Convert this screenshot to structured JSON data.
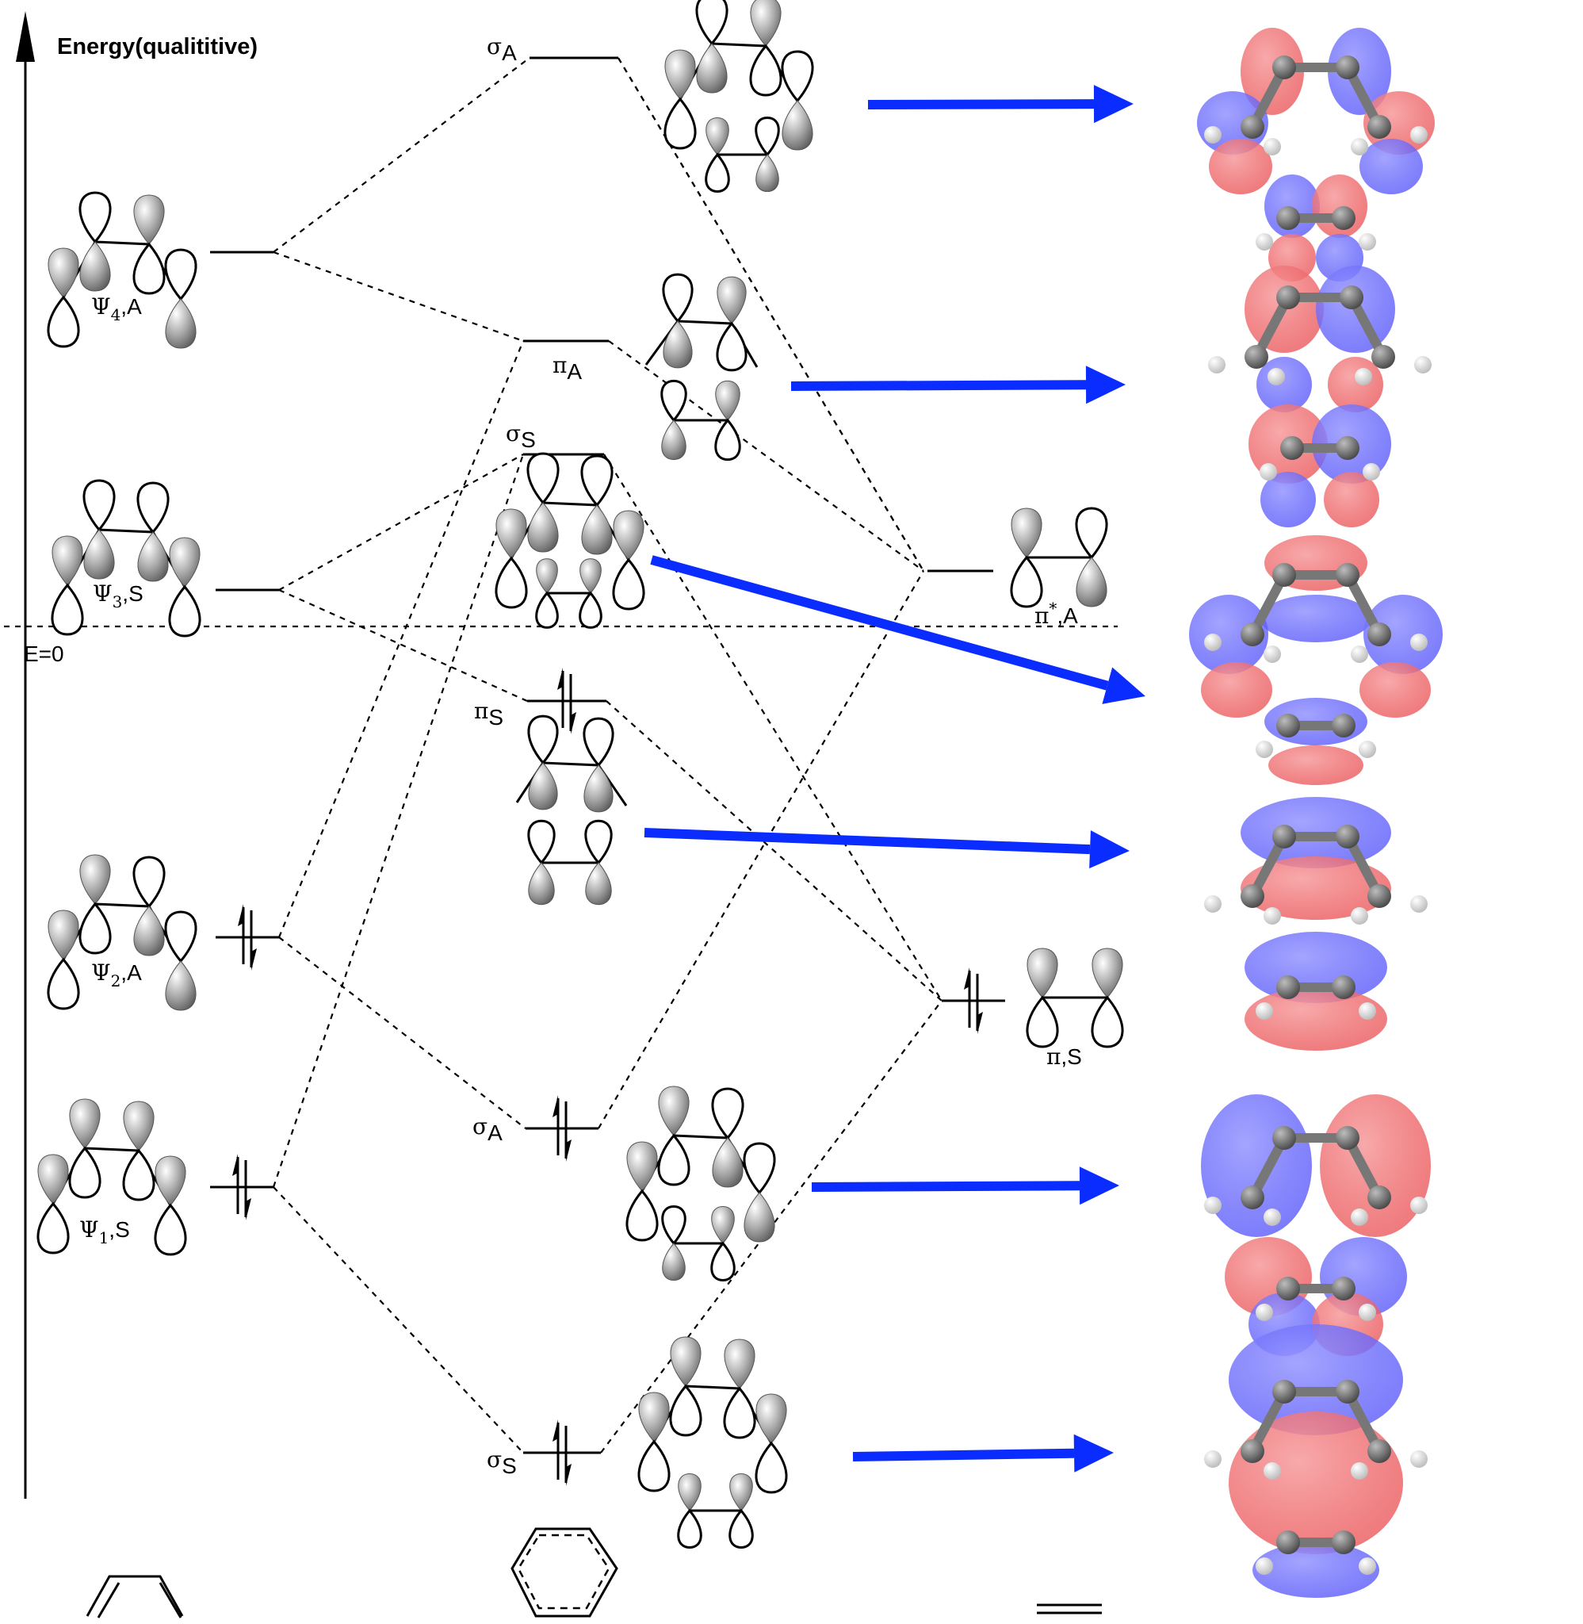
{
  "axis": {
    "title": "Energy(qualititive)",
    "zero_label": "E=0"
  },
  "colors": {
    "arrow": "#0a2cff",
    "lobe_positive": "#e8494c",
    "lobe_negative": "#4d4dfa",
    "carbon": "#6e6e6e",
    "hydrogen": "#f2f2f2",
    "orbital_shade": "#8a8a8a"
  },
  "butadiene": {
    "name": "butadiene",
    "orbitals": [
      {
        "label": "Ψ4,A",
        "symbol": "Ψ",
        "sub": "4",
        "suffix": ",A",
        "occupied": false
      },
      {
        "label": "Ψ3,S",
        "symbol": "Ψ",
        "sub": "3",
        "suffix": ",S",
        "occupied": false
      },
      {
        "label": "Ψ2,A",
        "symbol": "Ψ",
        "sub": "2",
        "suffix": ",A",
        "occupied": true
      },
      {
        "label": "Ψ1,S",
        "symbol": "Ψ",
        "sub": "1",
        "suffix": ",S",
        "occupied": true
      }
    ]
  },
  "transition_state": {
    "name": "cyclohexene-like transition state",
    "orbitals": [
      {
        "label": "σA",
        "symbol": "σ",
        "sub": "A",
        "occupied": false
      },
      {
        "label": "πA",
        "symbol": "π",
        "sub": "A",
        "occupied": false
      },
      {
        "label": "σS",
        "symbol": "σ",
        "sub": "S",
        "occupied": false
      },
      {
        "label": "πS",
        "symbol": "π",
        "sub": "S",
        "occupied": true
      },
      {
        "label": "σA",
        "symbol": "σ",
        "sub": "A",
        "occupied": true
      },
      {
        "label": "σS",
        "symbol": "σ",
        "sub": "S",
        "occupied": true
      }
    ]
  },
  "ethylene": {
    "name": "ethylene",
    "orbitals": [
      {
        "label": "π*,A",
        "symbol": "π",
        "sup": "*",
        "suffix": ",A",
        "occupied": false
      },
      {
        "label": "π,S",
        "symbol": "π",
        "suffix": ",S",
        "occupied": true
      }
    ]
  },
  "computed_orbitals": [
    {
      "corresponds_to": "σA (unoccupied)"
    },
    {
      "corresponds_to": "πA"
    },
    {
      "corresponds_to": "σS (unoccupied)"
    },
    {
      "corresponds_to": "πS"
    },
    {
      "corresponds_to": "σA (occupied)"
    },
    {
      "corresponds_to": "σS (occupied)"
    }
  ]
}
